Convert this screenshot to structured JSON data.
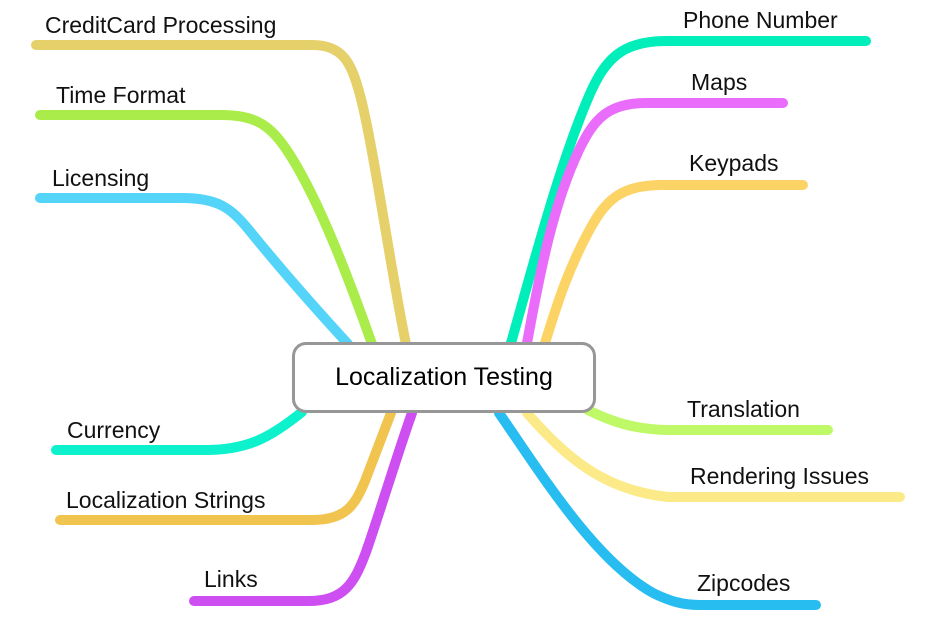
{
  "diagram": {
    "type": "mindmap",
    "title": "Localization Testing"
  },
  "center": {
    "label": "Localization Testing",
    "border_color": "#979797",
    "background": "#ffffff",
    "text_color": "#000000"
  },
  "branches": [
    {
      "label": "CreditCard Processing",
      "color": "#e5d06a",
      "side": "top-left"
    },
    {
      "label": "Time Format",
      "color": "#aaed4b",
      "side": "top-left"
    },
    {
      "label": "Licensing",
      "color": "#55d4f9",
      "side": "top-left"
    },
    {
      "label": "Phone Number",
      "color": "#00eeba",
      "side": "top-right"
    },
    {
      "label": "Maps",
      "color": "#ea6cfb",
      "side": "top-right"
    },
    {
      "label": "Keypads",
      "color": "#fcd365",
      "side": "top-right"
    },
    {
      "label": "Currency",
      "color": "#0df2cd",
      "side": "bottom-left"
    },
    {
      "label": "Localization Strings",
      "color": "#f0c44f",
      "side": "bottom-left"
    },
    {
      "label": "Links",
      "color": "#cd4ff1",
      "side": "bottom-left"
    },
    {
      "label": "Translation",
      "color": "#bff968",
      "side": "bottom-right"
    },
    {
      "label": "Rendering Issues",
      "color": "#fce987",
      "side": "bottom-right"
    },
    {
      "label": "Zipcodes",
      "color": "#27bdf1",
      "side": "bottom-right"
    }
  ]
}
